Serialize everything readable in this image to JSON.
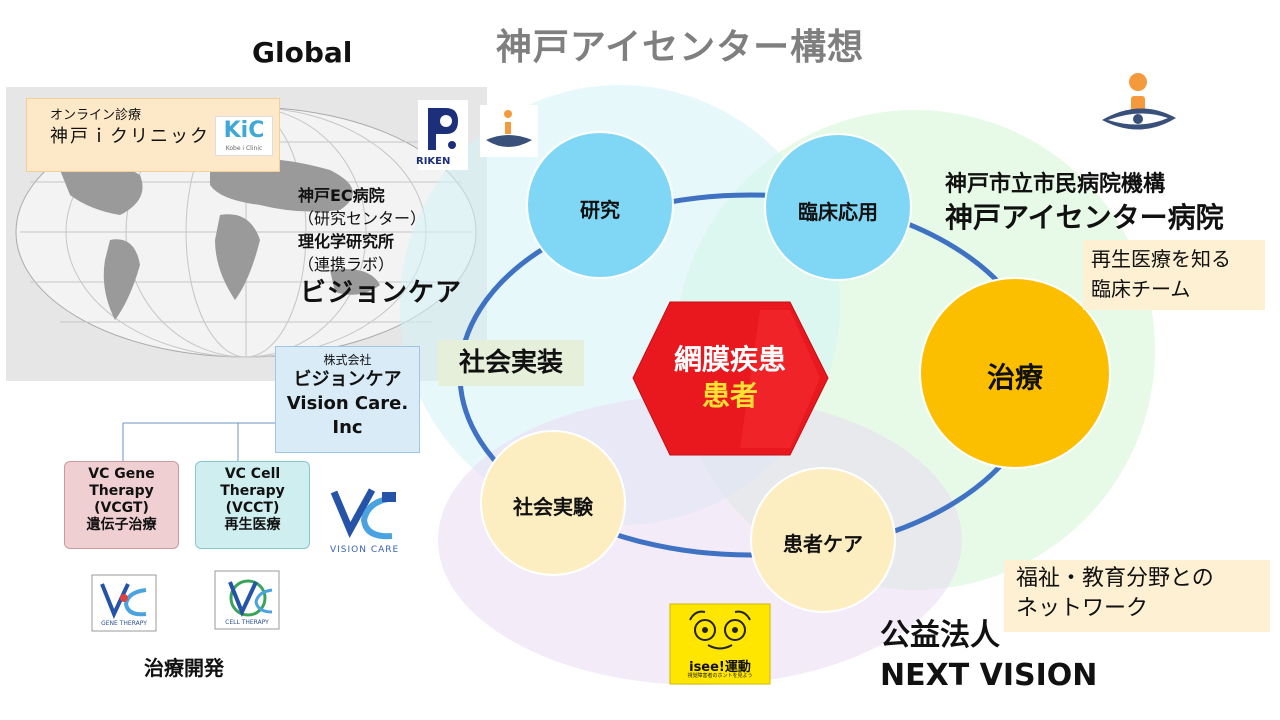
{
  "title": "神戸アイセンター構想",
  "global_label": "Global",
  "kic": {
    "small": "オンライン診療",
    "name": "神戸ｉクリニック",
    "logo": "KiC",
    "logo_sub": "Kobe i Clinic"
  },
  "riken_logo": "RIKEN",
  "left_list": [
    {
      "text": "神戸EC病院",
      "bold": true
    },
    {
      "text": "（研究センター）",
      "bold": false
    },
    {
      "text": "理化学研究所",
      "bold": true
    },
    {
      "text": "（連携ラボ）",
      "bold": false
    }
  ],
  "vision_care_big": "ビジョンケア",
  "vc_company": {
    "small": "株式会社",
    "line1": "ビジョンケア",
    "line2": "Vision Care.",
    "line3": "Inc"
  },
  "shakai_jisso": "社会実装",
  "vcgt": {
    "l1": "VC Gene",
    "l2": "Therapy",
    "l3": "(VCGT)",
    "l4": "遺伝子治療"
  },
  "vcct": {
    "l1": "VC Cell",
    "l2": "Therapy",
    "l3": "(VCCT)",
    "l4": "再生医療"
  },
  "gene_therapy_icon_label": "GENE THERAPY",
  "cell_therapy_icon_label": "CELL THERAPY",
  "vision_care_logo_text": "VISION CARE",
  "chiryo_kaihatsu": "治療開発",
  "nodes": {
    "kenkyu": "研究",
    "rinsho": "臨床応用",
    "chiryo": "治療",
    "kanja_care": "患者ケア",
    "shakai_jikken": "社会実験"
  },
  "center": {
    "line1": "網膜疾患",
    "line2": "患者"
  },
  "hospital": {
    "org": "神戸市立市民病院機構",
    "name": "神戸アイセンター病院"
  },
  "saisei": {
    "l1": "再生医療を知る",
    "l2": "臨床チーム"
  },
  "fukushi": {
    "l1": "福祉・教育分野との",
    "l2": "ネットワーク"
  },
  "koeki": {
    "l1": "公益法人",
    "l2": "NEXT VISION"
  },
  "isee": {
    "main": "isee!運動",
    "sub": "視覚障害者のホントを見よう"
  },
  "colors": {
    "circle_blue": "#7fd7f5",
    "circle_cream": "#fdeec2",
    "circle_orange": "#fcbf00",
    "ring": "#3f72c2",
    "center_red": "#e8181e",
    "title_gray": "#7f7f7f"
  }
}
